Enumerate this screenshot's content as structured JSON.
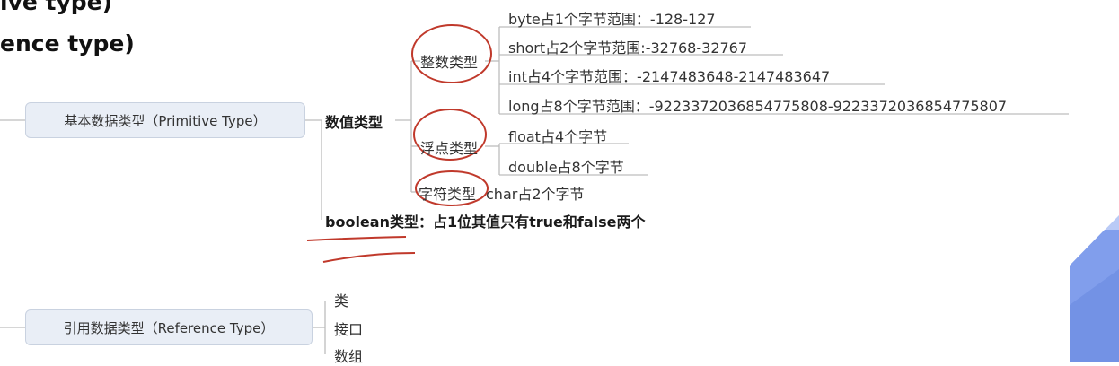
{
  "headings": {
    "primitive": "ive type)",
    "reference": "ence type)"
  },
  "tree": {
    "primitive": {
      "label": "基本数据类型（Primitive Type）",
      "numeric": {
        "label": "数值类型",
        "integer": {
          "label": "整数类型",
          "items": [
            "byte占1个字节范围：-128-127",
            "short占2个字节范围:-32768-32767",
            "int占4个字节范围：-2147483648-2147483647",
            "long占8个字节范围：-9223372036854775808-9223372036854775807"
          ]
        },
        "float": {
          "label": "浮点类型",
          "items": [
            "float占4个字节",
            "double占8个字节"
          ]
        },
        "char": {
          "label": "字符类型",
          "desc": "char占2个字节"
        }
      },
      "boolean": "boolean类型：占1位其值只有true和false两个"
    },
    "reference": {
      "label": "引用数据类型（Reference Type）",
      "items": [
        "类",
        "接口",
        "数组"
      ]
    }
  },
  "colors": {
    "annotation": "#c0392b",
    "box_fill": "#e9eef6",
    "line": "#b9b9b9",
    "decoration": "#5b7fe0"
  }
}
